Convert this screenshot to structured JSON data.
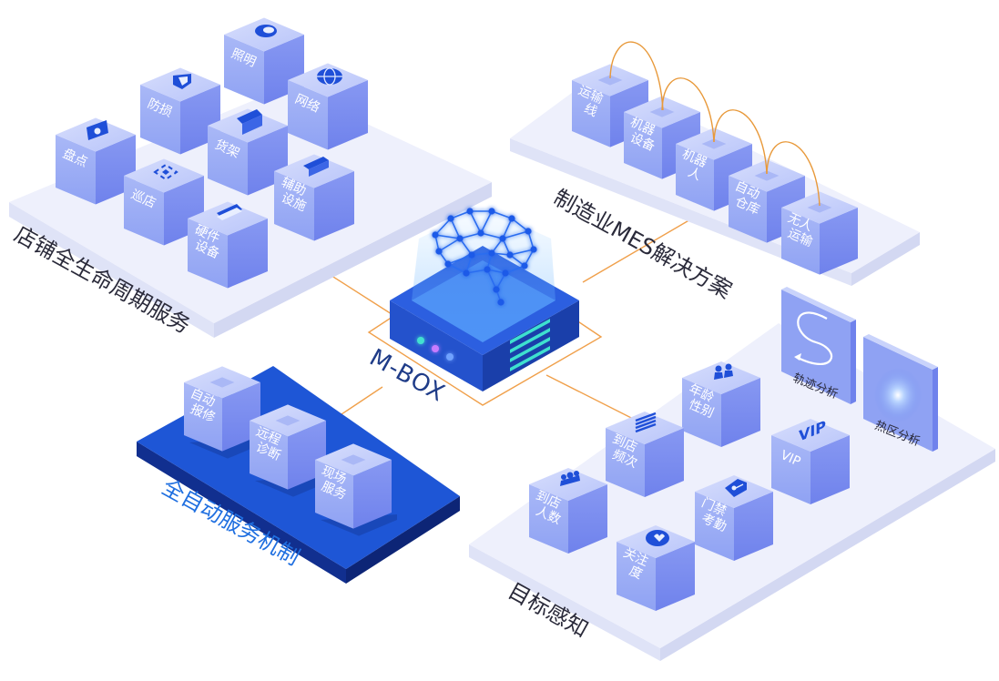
{
  "center": {
    "label": "M-BOX"
  },
  "sections": {
    "store": {
      "title": "店铺全生命周期服务",
      "cubes": [
        {
          "id": "lighting",
          "lines": [
            "照明"
          ],
          "icon": "lightbulb-icon"
        },
        {
          "id": "network",
          "lines": [
            "网络"
          ],
          "icon": "globe-icon"
        },
        {
          "id": "loss-prevention",
          "lines": [
            "防损"
          ],
          "icon": "shield-icon"
        },
        {
          "id": "shelf",
          "lines": [
            "货架"
          ],
          "icon": "shelf-icon"
        },
        {
          "id": "inventory",
          "lines": [
            "盘点"
          ],
          "icon": "inventory-icon"
        },
        {
          "id": "patrol",
          "lines": [
            "巡店"
          ],
          "icon": "scan-icon"
        },
        {
          "id": "auxiliary",
          "lines": [
            "辅助",
            "设施"
          ],
          "icon": "document-icon"
        },
        {
          "id": "hardware",
          "lines": [
            "硬件",
            "设备"
          ],
          "icon": "card-icon"
        }
      ]
    },
    "mes": {
      "title": "制造业MES解决方案",
      "cubes": [
        {
          "id": "conveyor",
          "lines": [
            "运输",
            "线"
          ]
        },
        {
          "id": "machine-equipment",
          "lines": [
            "机器",
            "设备"
          ]
        },
        {
          "id": "robot",
          "lines": [
            "机器",
            "人"
          ]
        },
        {
          "id": "auto-warehouse",
          "lines": [
            "自动",
            "仓库"
          ]
        },
        {
          "id": "unmanned-transport",
          "lines": [
            "无人",
            "运输"
          ]
        }
      ]
    },
    "service": {
      "title": "全自动服务机制",
      "cubes": [
        {
          "id": "auto-report",
          "lines": [
            "自动",
            "报修"
          ]
        },
        {
          "id": "remote-diagnosis",
          "lines": [
            "远程",
            "诊断"
          ]
        },
        {
          "id": "onsite-service",
          "lines": [
            "现场",
            "服务"
          ]
        }
      ]
    },
    "target": {
      "title": "目标感知",
      "panels": [
        {
          "id": "trajectory",
          "label": "轨迹分析",
          "icon": "trajectory-icon"
        },
        {
          "id": "heatmap",
          "label": "热区分析",
          "icon": "heatmap-icon"
        }
      ],
      "cubes": [
        {
          "id": "age-gender",
          "lines": [
            "年龄",
            "性别"
          ],
          "icon": "people-icon"
        },
        {
          "id": "visit-frequency",
          "lines": [
            "到店",
            "频次"
          ],
          "icon": "list-icon"
        },
        {
          "id": "vip",
          "lines": [
            "VIP"
          ],
          "icon": "vip-icon",
          "icon_text": "VIP"
        },
        {
          "id": "visitor-count",
          "lines": [
            "到店",
            "人数"
          ],
          "icon": "group-icon"
        },
        {
          "id": "access-attendance",
          "lines": [
            "门禁",
            "考勤"
          ],
          "icon": "key-tag-icon"
        },
        {
          "id": "attention",
          "lines": [
            "关注",
            "度"
          ],
          "icon": "heart-icon"
        }
      ]
    }
  },
  "colors": {
    "platform_top": "#eef0fc",
    "platform_side_left": "#dfe3f7",
    "platform_side_right": "#d3d8f2",
    "cube_top": "#c9d3fb",
    "cube_left": "#9fb0f5",
    "cube_right": "#7d8ff0",
    "cube_text": "#ffffff",
    "service_platform_top": "#1e56d6",
    "service_platform_side": "#112f8f",
    "mbox_body": "#2c5fe0",
    "connector": "#f0a04b",
    "arc": "#e8993a",
    "neural": "#2b6df0"
  }
}
